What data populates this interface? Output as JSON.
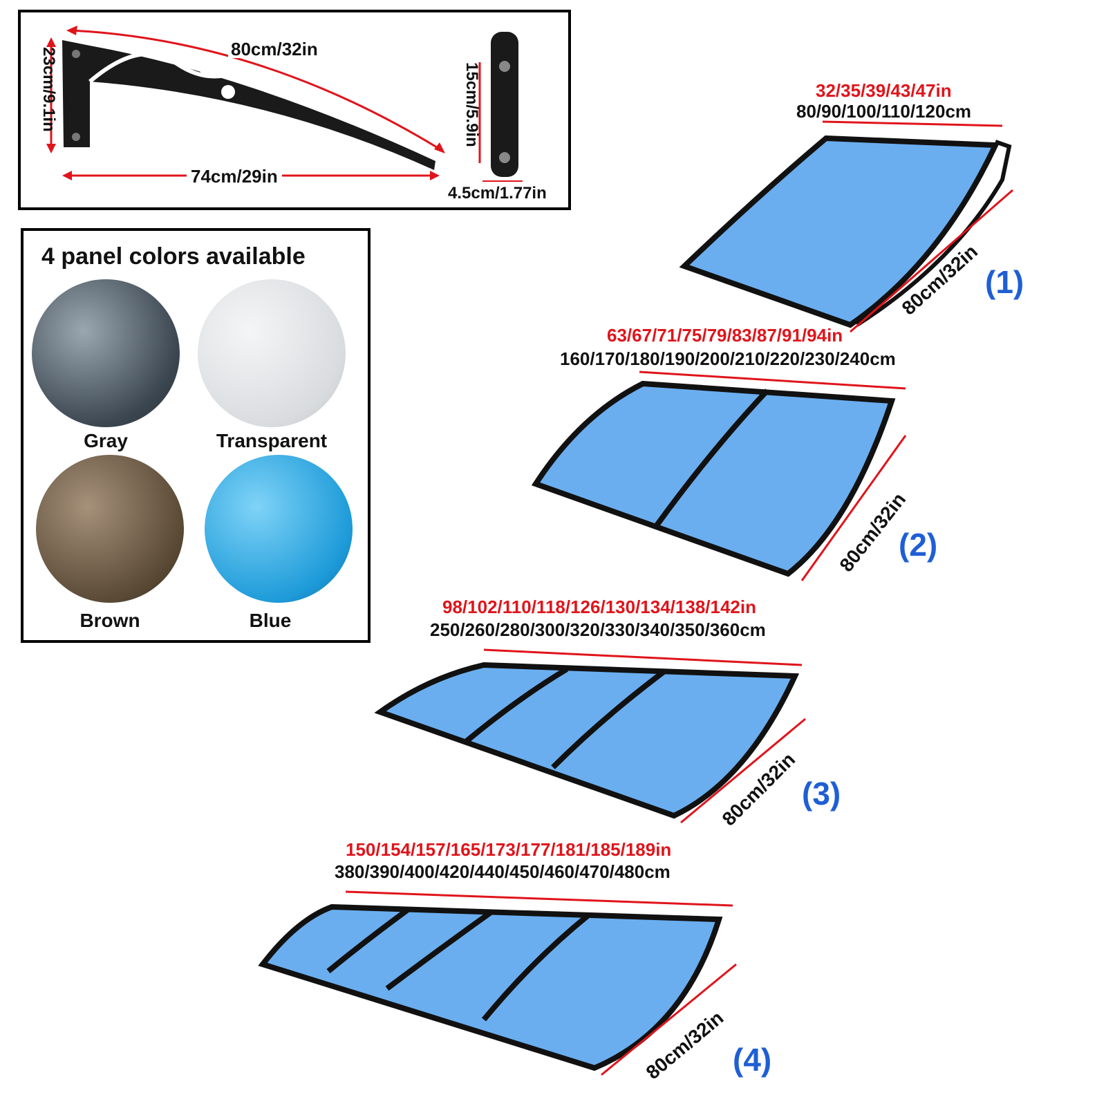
{
  "bracket_panel": {
    "arc_length": "80cm/32in",
    "height": "23cm/9.1in",
    "depth": "74cm/29in",
    "plate_height": "15cm/5.9in",
    "plate_width": "4.5cm/1.77in"
  },
  "colors_panel": {
    "title": "4 panel colors available",
    "swatches": [
      {
        "name": "Gray",
        "color": "#3b4650"
      },
      {
        "name": "Transparent",
        "color": "#d9dcdf"
      },
      {
        "name": "Brown",
        "color": "#5a4a36"
      },
      {
        "name": "Blue",
        "color": "#1e9bd9"
      }
    ]
  },
  "configurations": [
    {
      "tag": "(1)",
      "length_in": "32/35/39/43/47in",
      "length_cm": "80/90/100/110/120cm",
      "depth": "80cm/32in",
      "panels": 1
    },
    {
      "tag": "(2)",
      "length_in": "63/67/71/75/79/83/87/91/94in",
      "length_cm": "160/170/180/190/200/210/220/230/240cm",
      "depth": "80cm/32in",
      "panels": 2
    },
    {
      "tag": "(3)",
      "length_in": "98/102/110/118/126/130/134/138/142in",
      "length_cm": "250/260/280/300/320/330/340/350/360cm",
      "depth": "80cm/32in",
      "panels": 3
    },
    {
      "tag": "(4)",
      "length_in": "150/154/157/165/173/177/181/185/189in",
      "length_cm": "380/390/400/420/440/450/460/470/480cm",
      "depth": "80cm/32in",
      "panels": 4
    }
  ],
  "accent_colors": {
    "dimension_red": "#e0141b",
    "tag_blue": "#1f5fd4",
    "panel_blue": "#6aaeef",
    "frame": "#111111"
  }
}
